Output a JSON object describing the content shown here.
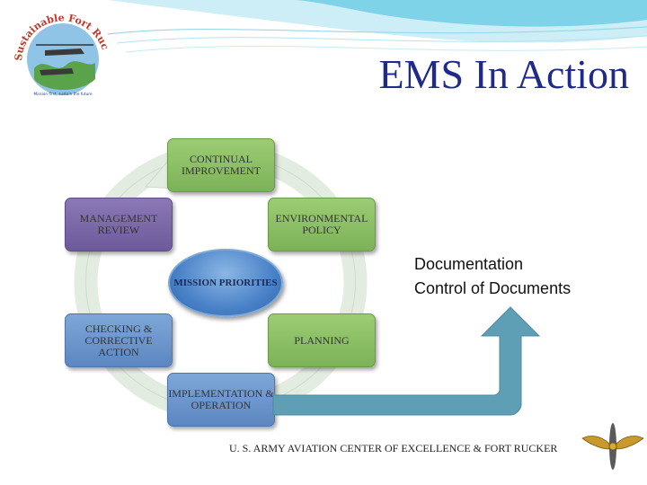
{
  "slide": {
    "title": "EMS In Action",
    "logo": {
      "ring_text": "Sustainable Fort Rucker",
      "tagline": "Mission first, sustain the future"
    },
    "cycle": {
      "center": "MISSION PRIORITIES",
      "steps": [
        {
          "label": "CONTINUAL IMPROVEMENT",
          "color": "#8cbf64"
        },
        {
          "label": "ENVIRONMENTAL POLICY",
          "color": "#8cbf64"
        },
        {
          "label": "PLANNING",
          "color": "#8cbf64"
        },
        {
          "label": "IMPLEMENTATION & OPERATION",
          "color": "#6e96cc"
        },
        {
          "label": "CHECKING & CORRECTIVE ACTION",
          "color": "#6e96cc"
        },
        {
          "label": "MANAGEMENT REVIEW",
          "color": "#7b68a8"
        }
      ]
    },
    "callout": {
      "line1": "Documentation",
      "line2": "Control of Documents"
    },
    "footer": "U. S. ARMY AVIATION CENTER OF EXCELLENCE & FORT RUCKER",
    "colors": {
      "title": "#1f2a8a",
      "arrow": "#5f9fb5",
      "ring": "#e3ece0"
    },
    "icons": [
      "sustainable-fort-rucker-logo",
      "aviation-branch-insignia"
    ]
  }
}
